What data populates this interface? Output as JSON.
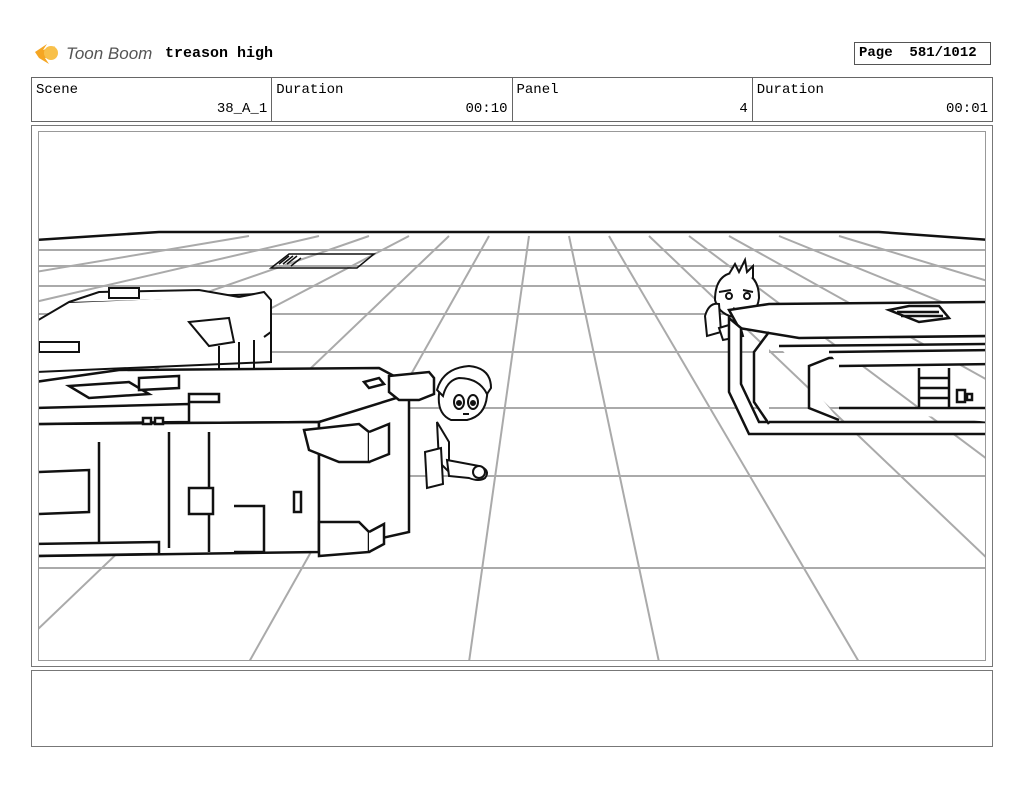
{
  "header": {
    "logo_text": "Toon Boom",
    "project_title": "treason high",
    "page_label": "Page",
    "page_number": "581/1012"
  },
  "info": {
    "scene_label": "Scene",
    "scene_value": "38_A_1",
    "duration_label": "Duration",
    "duration_value": "00:10",
    "panel_label": "Panel",
    "panel_value": "4",
    "panel_duration_label": "Duration",
    "panel_duration_value": "00:01"
  },
  "colors": {
    "logo_orange": "#f5a623",
    "grid_gray": "#aaaaaa",
    "ink": "#111111"
  },
  "notes": {
    "text": ""
  }
}
